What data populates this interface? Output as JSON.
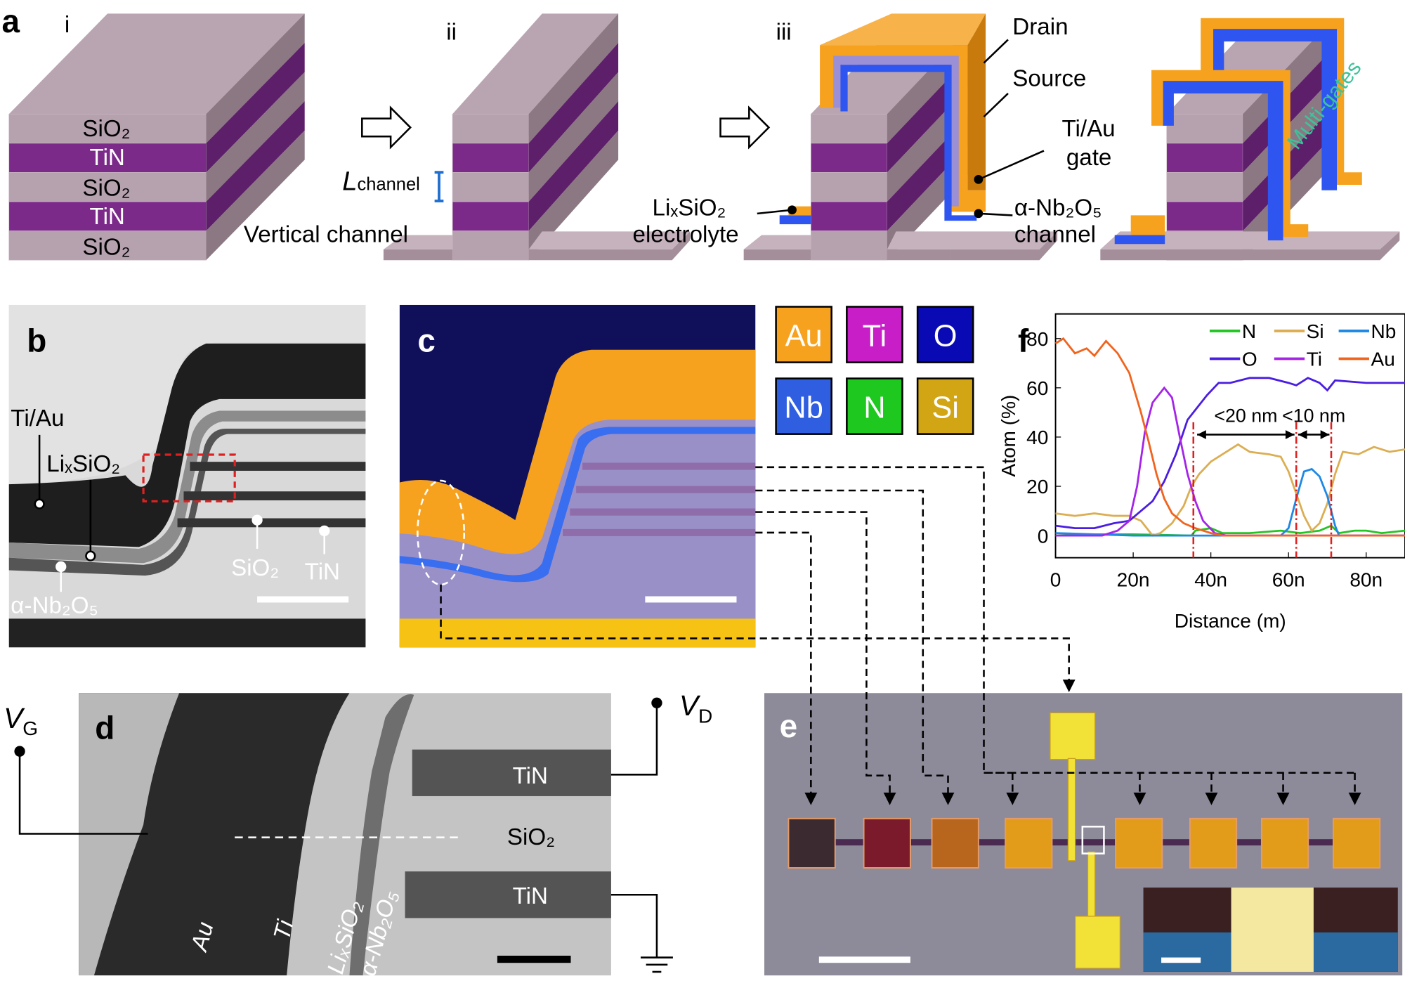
{
  "panel_letters": {
    "a": "a",
    "b": "b",
    "c": "c",
    "d": "d",
    "e": "e",
    "f": "f"
  },
  "panel_a": {
    "steps": [
      "i",
      "ii",
      "iii"
    ],
    "layers": [
      "SiO₂",
      "TiN",
      "SiO₂",
      "TiN",
      "SiO₂"
    ],
    "vertical_channel": "Vertical channel",
    "l_channel": "L",
    "l_channel_sub": "channel",
    "electrolyte_1": "LiₓSiO₂",
    "electrolyte_2": "electrolyte",
    "drain": "Drain",
    "source": "Source",
    "gate_1": "Ti/Au",
    "gate_2": "gate",
    "channel_1": "α-Nb₂O₅",
    "channel_2": "channel",
    "multigates": "Multi-gates",
    "colors": {
      "sio2": "#b6a1ae",
      "sio2_side": "#8c7883",
      "tin": "#7c2a8a",
      "tin_side": "#5e1f6a",
      "au": "#f7a21e",
      "blue": "#2f55f0",
      "lav": "#9b8fd6"
    }
  },
  "panel_b": {
    "ti_au": "Ti/Au",
    "lixsio2": "LiₓSiO₂",
    "nb2o5": "α-Nb₂O₅",
    "sio2": "SiO₂",
    "tin": "TiN"
  },
  "panel_c": {
    "legend": [
      {
        "label": "Au",
        "color": "#f7a21e",
        "text": "#fff"
      },
      {
        "label": "Ti",
        "color": "#c81ec8",
        "text": "#fff"
      },
      {
        "label": "O",
        "color": "#0a0ab4",
        "text": "#fff"
      },
      {
        "label": "Nb",
        "color": "#2f5fe0",
        "text": "#fff"
      },
      {
        "label": "N",
        "color": "#1ec81e",
        "text": "#fff"
      },
      {
        "label": "Si",
        "color": "#d2a514",
        "text": "#fff"
      }
    ]
  },
  "panel_d": {
    "vg": "V",
    "vg_sub": "G",
    "vd": "V",
    "vd_sub": "D",
    "tin_top": "TiN",
    "sio2": "SiO₂",
    "tin_bottom": "TiN",
    "au": "Au",
    "ti": "Ti",
    "lixsio2": "LiₓSiO₂",
    "nb2o5": "α-Nb₂O₅"
  },
  "panel_e": {
    "pad_colors": [
      "#3b2a30",
      "#7a1a2a",
      "#b8661e",
      "#e39c1a",
      "#e39c1a",
      "#e39c1a",
      "#e39c1a",
      "#e39c1a"
    ]
  },
  "chart_data": {
    "type": "line",
    "xlabel": "Distance (m)",
    "ylabel": "Atom (%)",
    "xlim": [
      0,
      90
    ],
    "ylim": [
      -9,
      90
    ],
    "xticks": [
      0,
      20,
      40,
      60,
      80
    ],
    "xtick_labels": [
      "0",
      "20n",
      "40n",
      "60n",
      "80n"
    ],
    "yticks": [
      0,
      20,
      40,
      60,
      80
    ],
    "ytick_labels": [
      "0",
      "20",
      "40",
      "60",
      "80"
    ],
    "legend_placement": "top-right",
    "series": [
      {
        "name": "N",
        "color": "#22c522",
        "points": [
          [
            0,
            0
          ],
          [
            10,
            0.5
          ],
          [
            20,
            0.5
          ],
          [
            35,
            0
          ],
          [
            36,
            2
          ],
          [
            40,
            3
          ],
          [
            43,
            1
          ],
          [
            50,
            1
          ],
          [
            58,
            2
          ],
          [
            63,
            1
          ],
          [
            68,
            2
          ],
          [
            71,
            4
          ],
          [
            73,
            1
          ],
          [
            77,
            2
          ],
          [
            80,
            2
          ],
          [
            84,
            1
          ],
          [
            90,
            2
          ]
        ]
      },
      {
        "name": "Si",
        "color": "#dcae52",
        "points": [
          [
            0,
            9
          ],
          [
            5,
            8
          ],
          [
            10,
            9
          ],
          [
            15,
            8
          ],
          [
            19,
            8
          ],
          [
            22,
            6
          ],
          [
            25,
            0
          ],
          [
            27,
            1
          ],
          [
            30,
            5
          ],
          [
            33,
            12
          ],
          [
            35,
            20
          ],
          [
            37,
            25
          ],
          [
            40,
            30
          ],
          [
            43,
            33
          ],
          [
            47,
            37
          ],
          [
            50,
            34
          ],
          [
            55,
            33
          ],
          [
            58,
            32
          ],
          [
            60,
            26
          ],
          [
            62,
            17
          ],
          [
            64,
            8
          ],
          [
            66,
            2
          ],
          [
            68,
            5
          ],
          [
            70,
            13
          ],
          [
            72,
            25
          ],
          [
            74,
            34
          ],
          [
            78,
            33
          ],
          [
            82,
            36
          ],
          [
            86,
            34
          ],
          [
            90,
            35
          ]
        ]
      },
      {
        "name": "Nb",
        "color": "#1e88e5",
        "points": [
          [
            0,
            1
          ],
          [
            20,
            0
          ],
          [
            58,
            0
          ],
          [
            60,
            3
          ],
          [
            62,
            15
          ],
          [
            64,
            26
          ],
          [
            66,
            27
          ],
          [
            68,
            24
          ],
          [
            70,
            16
          ],
          [
            72,
            4
          ],
          [
            73,
            0
          ],
          [
            90,
            0
          ]
        ]
      },
      {
        "name": "O",
        "color": "#4a1ee0",
        "points": [
          [
            0,
            4
          ],
          [
            5,
            3
          ],
          [
            10,
            3
          ],
          [
            15,
            5
          ],
          [
            19,
            6
          ],
          [
            22,
            10
          ],
          [
            25,
            14
          ],
          [
            28,
            22
          ],
          [
            31,
            33
          ],
          [
            34,
            47
          ],
          [
            36,
            51
          ],
          [
            39,
            57
          ],
          [
            42,
            62
          ],
          [
            45,
            62
          ],
          [
            50,
            64
          ],
          [
            55,
            64
          ],
          [
            60,
            62
          ],
          [
            62,
            61
          ],
          [
            65,
            64
          ],
          [
            68,
            62
          ],
          [
            70,
            59
          ],
          [
            72,
            63
          ],
          [
            80,
            62
          ],
          [
            90,
            62
          ]
        ]
      },
      {
        "name": "Ti",
        "color": "#a424e8",
        "points": [
          [
            0,
            0
          ],
          [
            12,
            0
          ],
          [
            16,
            2
          ],
          [
            19,
            6
          ],
          [
            21,
            20
          ],
          [
            23,
            42
          ],
          [
            25,
            54
          ],
          [
            28,
            60
          ],
          [
            30,
            56
          ],
          [
            32,
            40
          ],
          [
            34,
            25
          ],
          [
            36,
            14
          ],
          [
            38,
            6
          ],
          [
            41,
            1
          ],
          [
            44,
            0
          ],
          [
            90,
            0
          ]
        ]
      },
      {
        "name": "Au",
        "color": "#f0641e",
        "points": [
          [
            0,
            78
          ],
          [
            2,
            80
          ],
          [
            5,
            74
          ],
          [
            8,
            76
          ],
          [
            10,
            73
          ],
          [
            13,
            79
          ],
          [
            16,
            74
          ],
          [
            19,
            66
          ],
          [
            22,
            50
          ],
          [
            24,
            38
          ],
          [
            26,
            25
          ],
          [
            28,
            15
          ],
          [
            30,
            9
          ],
          [
            33,
            5
          ],
          [
            36,
            3
          ],
          [
            40,
            1
          ],
          [
            43,
            0
          ],
          [
            90,
            0
          ]
        ]
      }
    ],
    "vlines": [
      35.5,
      62,
      71
    ],
    "annotations": [
      {
        "text": "<20 nm",
        "from": 36,
        "to": 62,
        "y": 41
      },
      {
        "text": "<10 nm",
        "from": 62,
        "to": 71,
        "y": 41
      }
    ]
  }
}
